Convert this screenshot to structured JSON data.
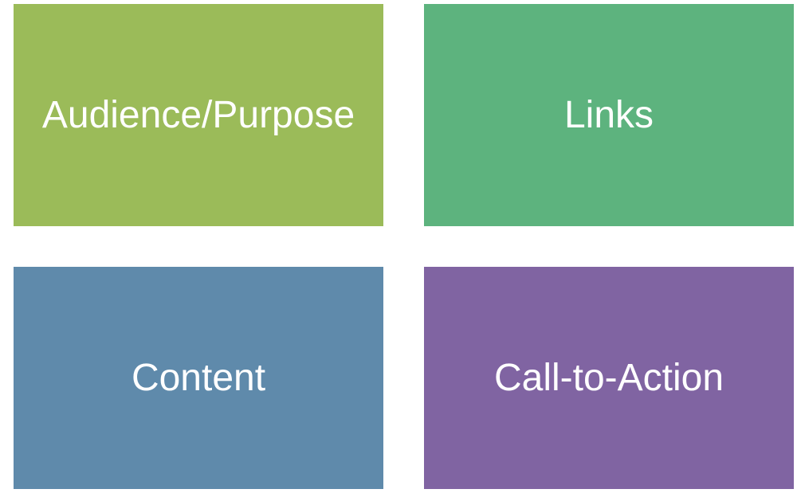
{
  "boxes": [
    {
      "label": "Audience/Purpose",
      "color": "#9bbb59"
    },
    {
      "label": "Links",
      "color": "#5db37e"
    },
    {
      "label": "Content",
      "color": "#5f8aab"
    },
    {
      "label": "Call-to-Action",
      "color": "#8064a2"
    }
  ]
}
